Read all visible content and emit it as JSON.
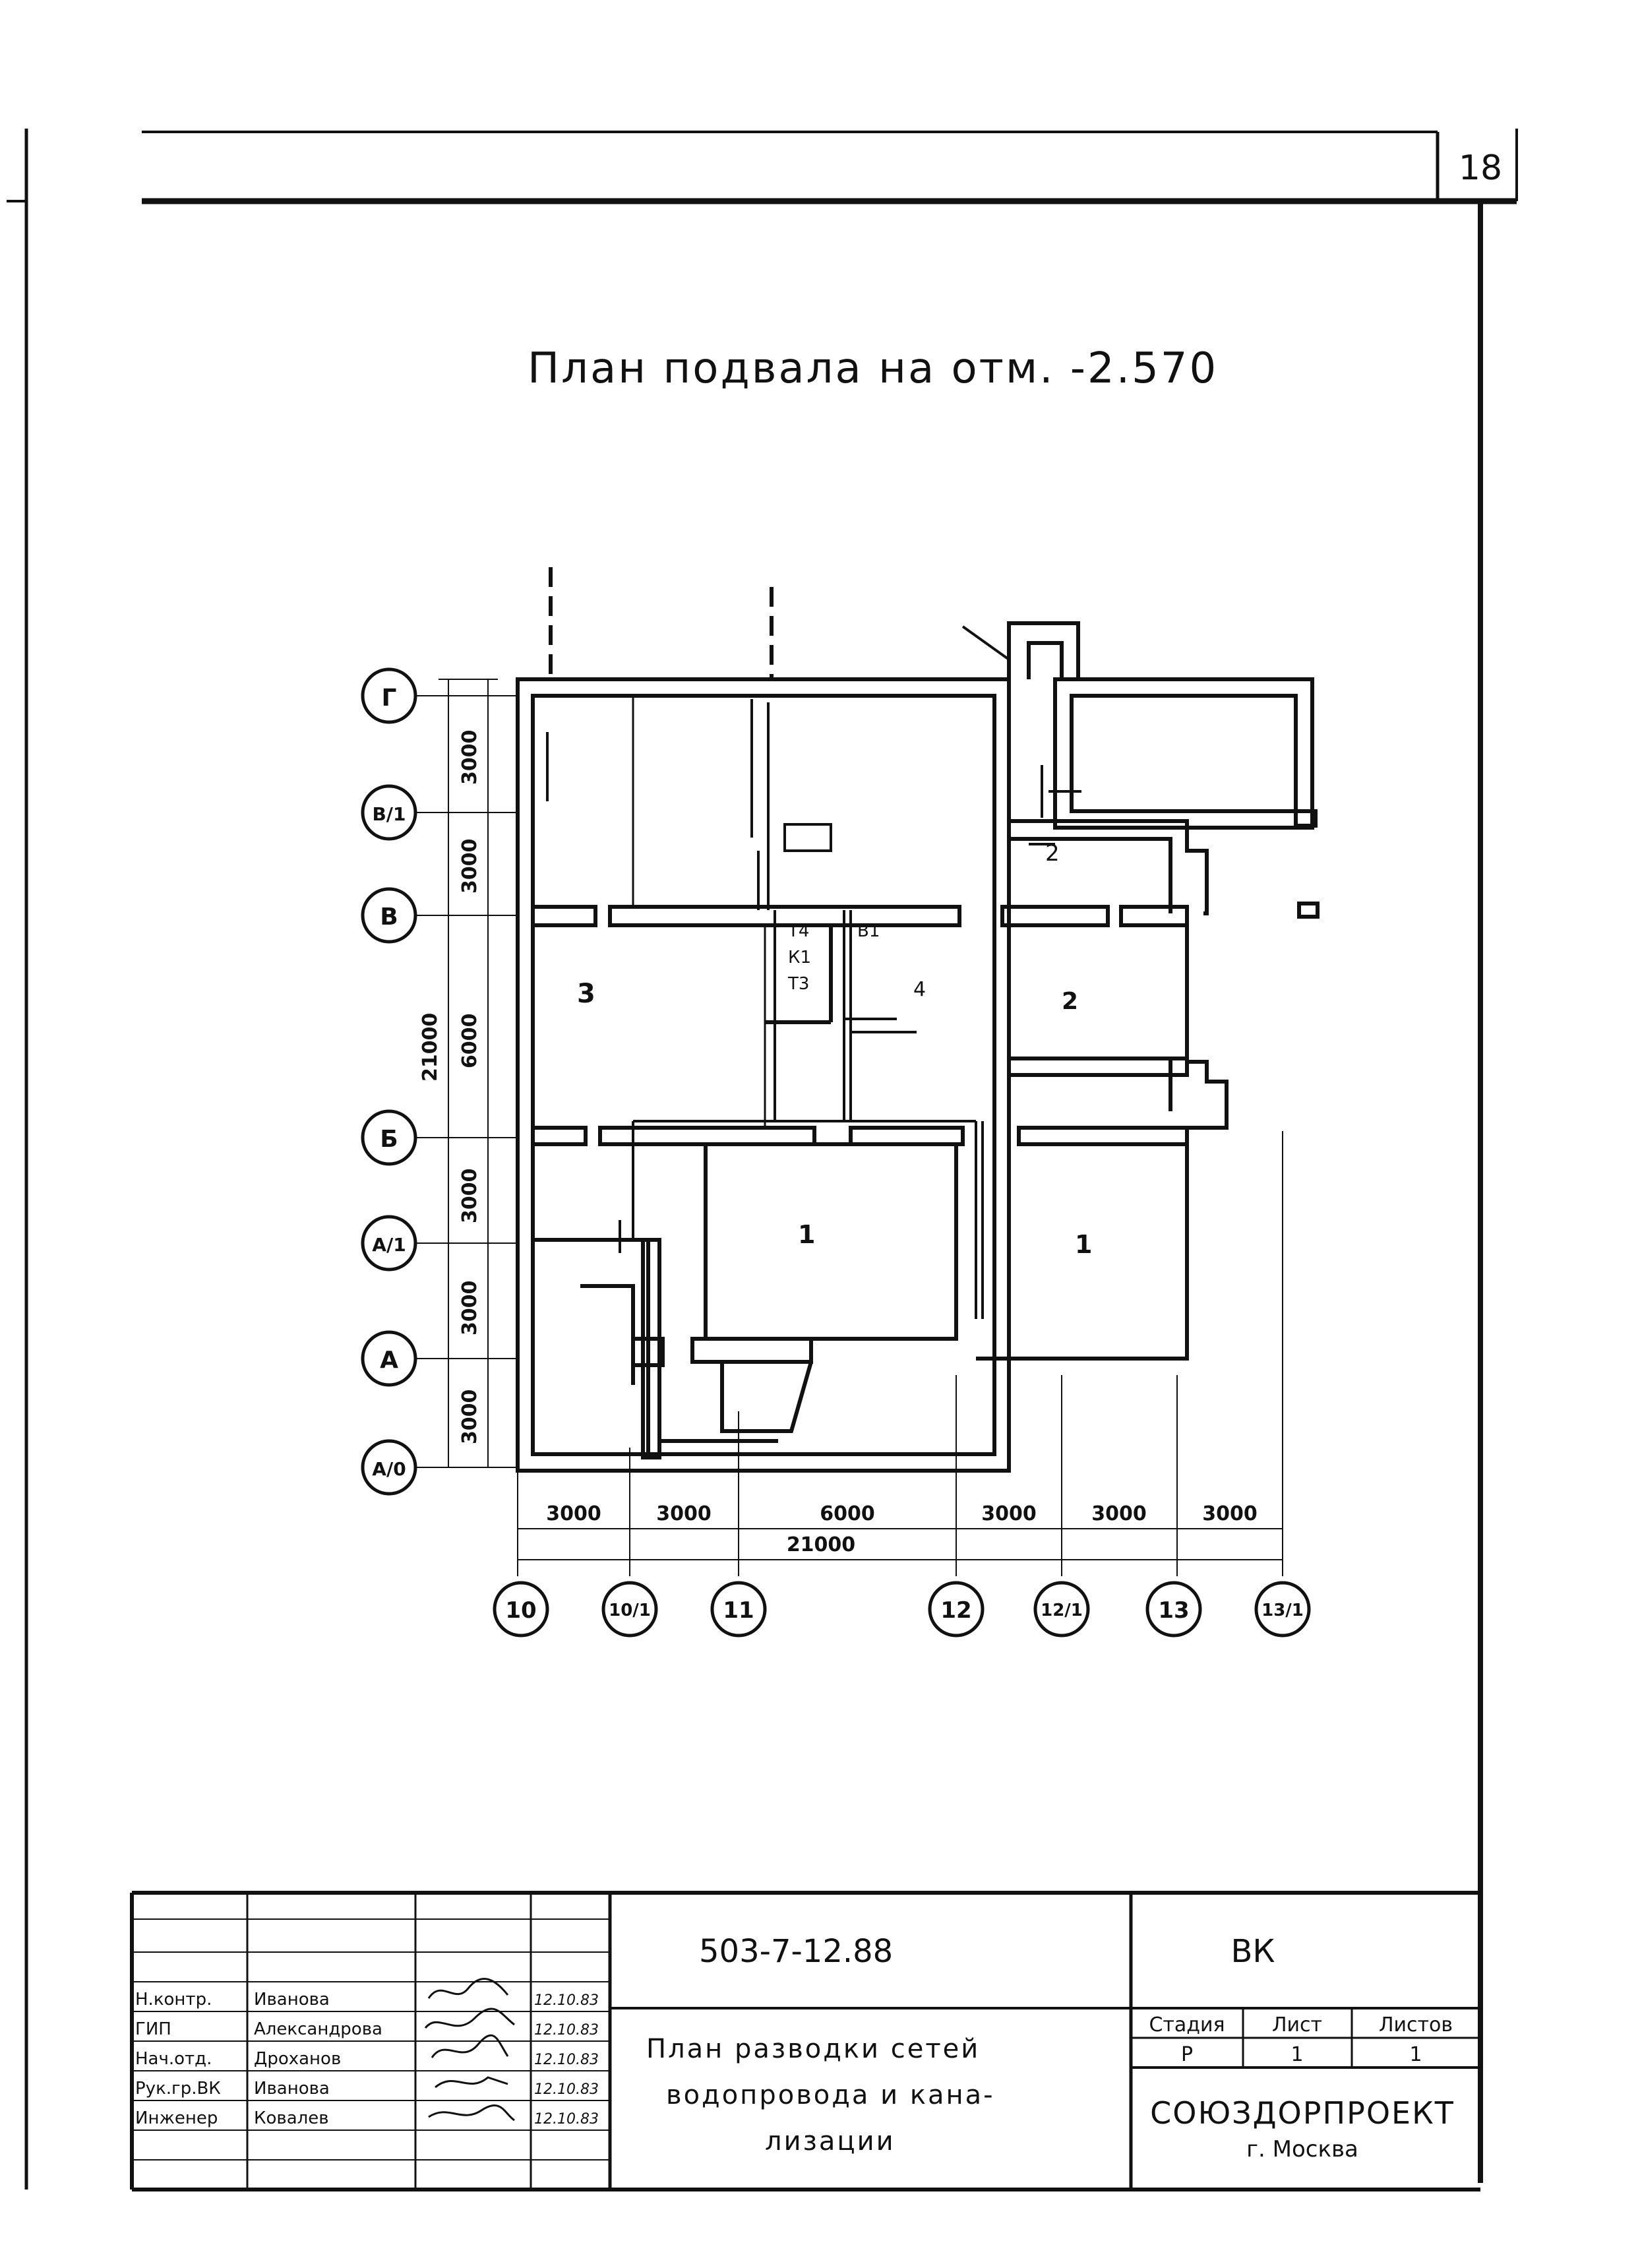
{
  "sheet_number": "18",
  "title": "План подвала на отм. -2.570",
  "grid_rows": [
    {
      "label": "Г"
    },
    {
      "label": "В/1"
    },
    {
      "label": "В"
    },
    {
      "label": "Б"
    },
    {
      "label": "А/1"
    },
    {
      "label": "А"
    },
    {
      "label": "А/0"
    }
  ],
  "grid_cols": [
    {
      "label": "10"
    },
    {
      "label": "10/1"
    },
    {
      "label": "11"
    },
    {
      "label": "12"
    },
    {
      "label": "12/1"
    },
    {
      "label": "13"
    },
    {
      "label": "13/1"
    }
  ],
  "row_dims": [
    "3000",
    "3000",
    "6000",
    "3000",
    "3000",
    "3000"
  ],
  "row_total": "21000",
  "col_dims": [
    "3000",
    "3000",
    "6000",
    "3000",
    "3000",
    "3000"
  ],
  "col_total": "21000",
  "rooms": [
    {
      "label": "3"
    },
    {
      "label": "4"
    },
    {
      "label": "2"
    },
    {
      "label": "2"
    },
    {
      "label": "1"
    },
    {
      "label": "1"
    }
  ],
  "pipe_labels": [
    "Т4",
    "К1",
    "Т3",
    "В1"
  ],
  "title_block": {
    "doc_code": "503-7-12.88",
    "section": "ВК",
    "drawing_title_lines": [
      "План разводки сетей",
      "водопровода и кана-",
      "лизации"
    ],
    "stage_header": "Стадия",
    "sheet_header": "Лист",
    "sheets_header": "Листов",
    "stage": "Р",
    "sheet": "1",
    "sheets": "1",
    "organization": "СОЮЗДОРПРОЕКТ",
    "city": "г. Москва",
    "staff": [
      {
        "role": "Н.контр.",
        "name": "Иванова",
        "date": "12.10.83"
      },
      {
        "role": "ГИП",
        "name": "Александрова",
        "date": "12.10.83"
      },
      {
        "role": "Нач.отд.",
        "name": "Дроханов",
        "date": "12.10.83"
      },
      {
        "role": "Рук.гр.ВК",
        "name": "Иванова",
        "date": "12.10.83"
      },
      {
        "role": "Инженер",
        "name": "Ковалев",
        "date": "12.10.83"
      }
    ]
  }
}
